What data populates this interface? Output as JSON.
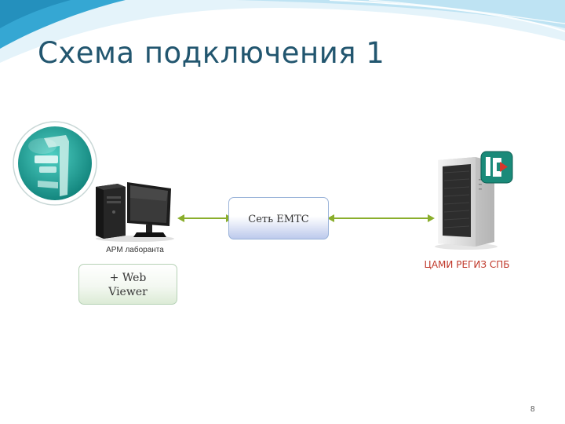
{
  "slide": {
    "title": "Схема подключения 1",
    "page_number": "8"
  },
  "network": {
    "label": "Сеть ЕМТС"
  },
  "workstation": {
    "label": "АРМ лаборанта",
    "addon_line1": "+ Web",
    "addon_line2": "Viewer"
  },
  "server": {
    "label": "ЦАМИ РЕГИЗ СПБ"
  },
  "colors": {
    "title": "#22566f",
    "connector": "#8aae2c",
    "server_label": "#c0392b",
    "wave": "#35a7d3"
  }
}
